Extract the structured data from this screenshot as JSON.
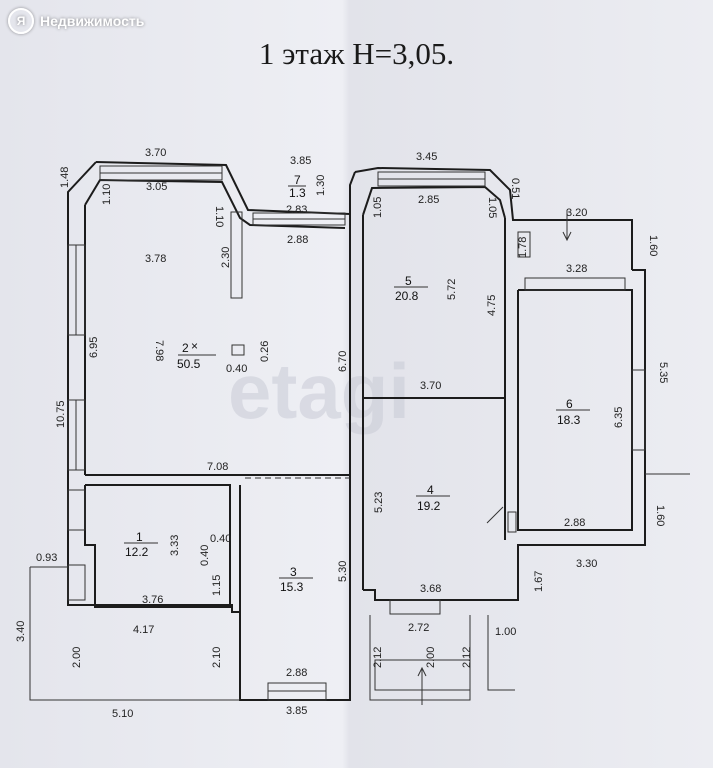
{
  "watermark": {
    "brand": "Недвижимость",
    "logo_glyph": "Я"
  },
  "title": "1 этаж H=3,05.",
  "background_brand": "etagi",
  "rooms": {
    "r1": {
      "num": "1",
      "area": "12.2"
    },
    "r2": {
      "num": "2",
      "area": "50.5"
    },
    "r3": {
      "num": "3",
      "area": "15.3"
    },
    "r4": {
      "num": "4",
      "area": "19.2"
    },
    "r5": {
      "num": "5",
      "area": "20.8"
    },
    "r6": {
      "num": "6",
      "area": "18.3"
    },
    "r7": {
      "num": "7",
      "area": "1.3"
    }
  },
  "dims": {
    "d370_top": "3.70",
    "d385_top": "3.85",
    "d345": "3.45",
    "d148": "1.48",
    "d110_a": "1.10",
    "d305": "3.05",
    "d110_b": "1.10",
    "d130": "1.30",
    "d283": "2.83",
    "d105_a": "1.05",
    "d285": "2.85",
    "d051": "0.51",
    "d105_b": "1.05",
    "d320": "3.20",
    "d178": "1.78",
    "d160_a": "1.60",
    "d288_a": "2.88",
    "d378": "3.78",
    "d230": "2.30",
    "d328": "3.28",
    "d572": "5.72",
    "d475": "4.75",
    "d798": "7.98",
    "d695": "6.95",
    "d026": "0.26",
    "d040_a": "0.40",
    "d670": "6.70",
    "d370_mid": "3.70",
    "d535": "5.35",
    "d635": "6.35",
    "d1075": "10.75",
    "d708": "7.08",
    "d523": "5.23",
    "d288_b": "2.88",
    "d160_b": "1.60",
    "d333": "3.33",
    "d040_b": "0.40",
    "d040_c": "0.40",
    "d093": "0.93",
    "d115": "1.15",
    "d530": "5.30",
    "d376": "3.76",
    "d368": "3.68",
    "d167": "1.67",
    "d330": "3.30",
    "d417": "4.17",
    "d272": "2.72",
    "d100": "1.00",
    "d340": "3.40",
    "d200_a": "2.00",
    "d210": "2.10",
    "d212_a": "2.12",
    "d200_b": "2.00",
    "d212_b": "2.12",
    "d288_c": "2.88",
    "d510": "5.10",
    "d385_bottom": "3.85"
  },
  "colors": {
    "wall": "#1c1c1c",
    "paper": "#e9eaf0",
    "ink": "#222222"
  }
}
